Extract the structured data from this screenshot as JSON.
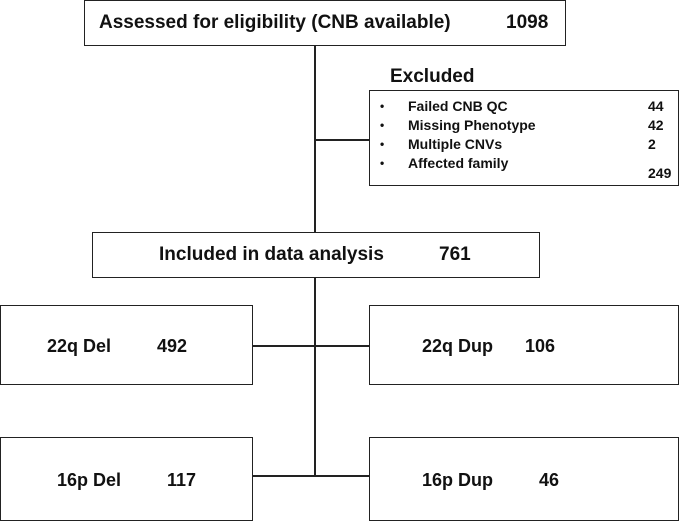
{
  "assessed": {
    "label": "Assessed for eligibility (CNB available)",
    "count": "1098"
  },
  "excluded": {
    "title": "Excluded",
    "bullet": "•",
    "items": [
      {
        "label": "Failed CNB QC",
        "count": "44"
      },
      {
        "label": "Missing Phenotype",
        "count": "42"
      },
      {
        "label": "Multiple CNVs",
        "count": "2"
      },
      {
        "label": "Affected family",
        "count": "249"
      }
    ]
  },
  "included": {
    "label": "Included in data analysis",
    "count": "761"
  },
  "groups": {
    "del22q": {
      "label": "22q Del",
      "count": "492"
    },
    "dup22q": {
      "label": "22q Dup",
      "count": "106"
    },
    "del16p": {
      "label": "16p Del",
      "count": "117"
    },
    "dup16p": {
      "label": "16p Dup",
      "count": "46"
    }
  }
}
